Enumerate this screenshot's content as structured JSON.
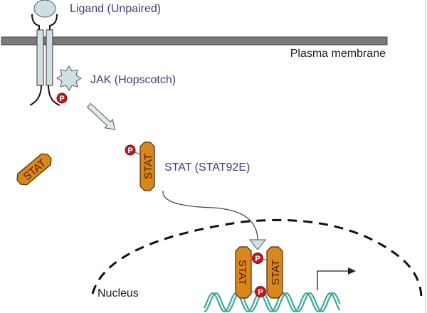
{
  "labels": {
    "ligand": "Ligand (Unpaired)",
    "membrane": "Plasma membrane",
    "jak": "JAK (Hopscotch)",
    "stat": "STAT (STAT92E)",
    "nucleus": "Nucleus"
  },
  "stat_text": "STAT",
  "phospho_text": "P",
  "colors": {
    "membrane": "#7a7a7a",
    "receptor": "#cfdfe3",
    "stat": "#d9861c",
    "phospho": "#c8161e",
    "dna": "#3aa89e",
    "label": "#3d3f7a"
  }
}
